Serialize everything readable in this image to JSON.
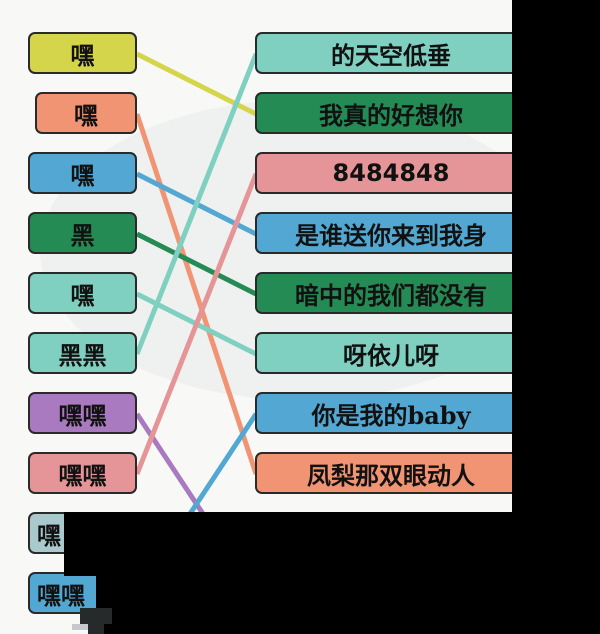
{
  "left_items": [
    {
      "label": "嘿",
      "color": "#d5d54c"
    },
    {
      "label": "嘿",
      "color": "#f19474"
    },
    {
      "label": "嘿",
      "color": "#52a8d2"
    },
    {
      "label": "黑",
      "color": "#258b55"
    },
    {
      "label": "嘿",
      "color": "#7fd0c0"
    },
    {
      "label": "黑黑",
      "color": "#7fd0c0"
    },
    {
      "label": "嘿嘿",
      "color": "#a97ac0"
    },
    {
      "label": "嘿嘿",
      "color": "#e59597"
    },
    {
      "label": "嘿",
      "color": "#a9c9cd"
    },
    {
      "label": "嘿嘿",
      "color": "#52a8d2"
    }
  ],
  "right_items": [
    {
      "label": "的天空低垂",
      "color": "#7fd0c0"
    },
    {
      "label": "我真的好想你",
      "color": "#258b55"
    },
    {
      "label": "8484848",
      "color": "#e59597"
    },
    {
      "label": "是谁送你来到我身",
      "color": "#52a8d2"
    },
    {
      "label": "暗中的我们都没有",
      "color": "#258b55"
    },
    {
      "label": "呀依儿呀",
      "color": "#7fd0c0"
    },
    {
      "label": "你是我的baby",
      "color": "#52a8d2"
    },
    {
      "label": "凤梨那双眼动人",
      "color": "#f19474"
    }
  ],
  "connections": [
    {
      "from": 0,
      "to": 1,
      "color": "#d5d54c"
    },
    {
      "from": 1,
      "to": 7,
      "color": "#f19474"
    },
    {
      "from": 2,
      "to": 3,
      "color": "#52a8d2"
    },
    {
      "from": 3,
      "to": 4,
      "color": "#258b55"
    },
    {
      "from": 4,
      "to": 5,
      "color": "#7fd0c0"
    },
    {
      "from": 5,
      "to": 0,
      "color": "#7fd0c0"
    },
    {
      "from": 6,
      "to": 9,
      "color": "#a97ac0"
    },
    {
      "from": 7,
      "to": 2,
      "color": "#e59597"
    },
    {
      "from": 9,
      "to": 6,
      "color": "#52a8d2"
    }
  ]
}
